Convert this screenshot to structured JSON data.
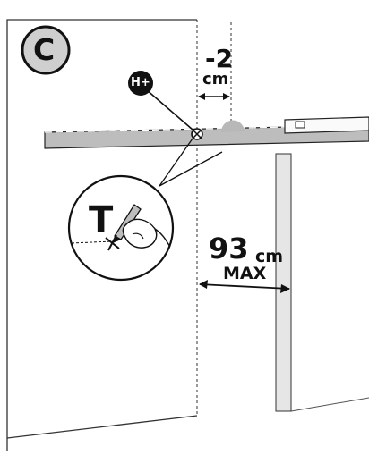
{
  "step": {
    "letter": "C"
  },
  "hardware": {
    "tag": "H+"
  },
  "offset": {
    "value": "-2",
    "unit": "cm"
  },
  "distance": {
    "value": "93",
    "unit": "cm",
    "qualifier": "MAX"
  },
  "inset": {
    "letter": "T"
  },
  "colors": {
    "ink": "#111111",
    "badge_fill": "#cfcfcf",
    "bar_fill": "#bdbdbd",
    "post_fill": "#e6e6e6"
  }
}
